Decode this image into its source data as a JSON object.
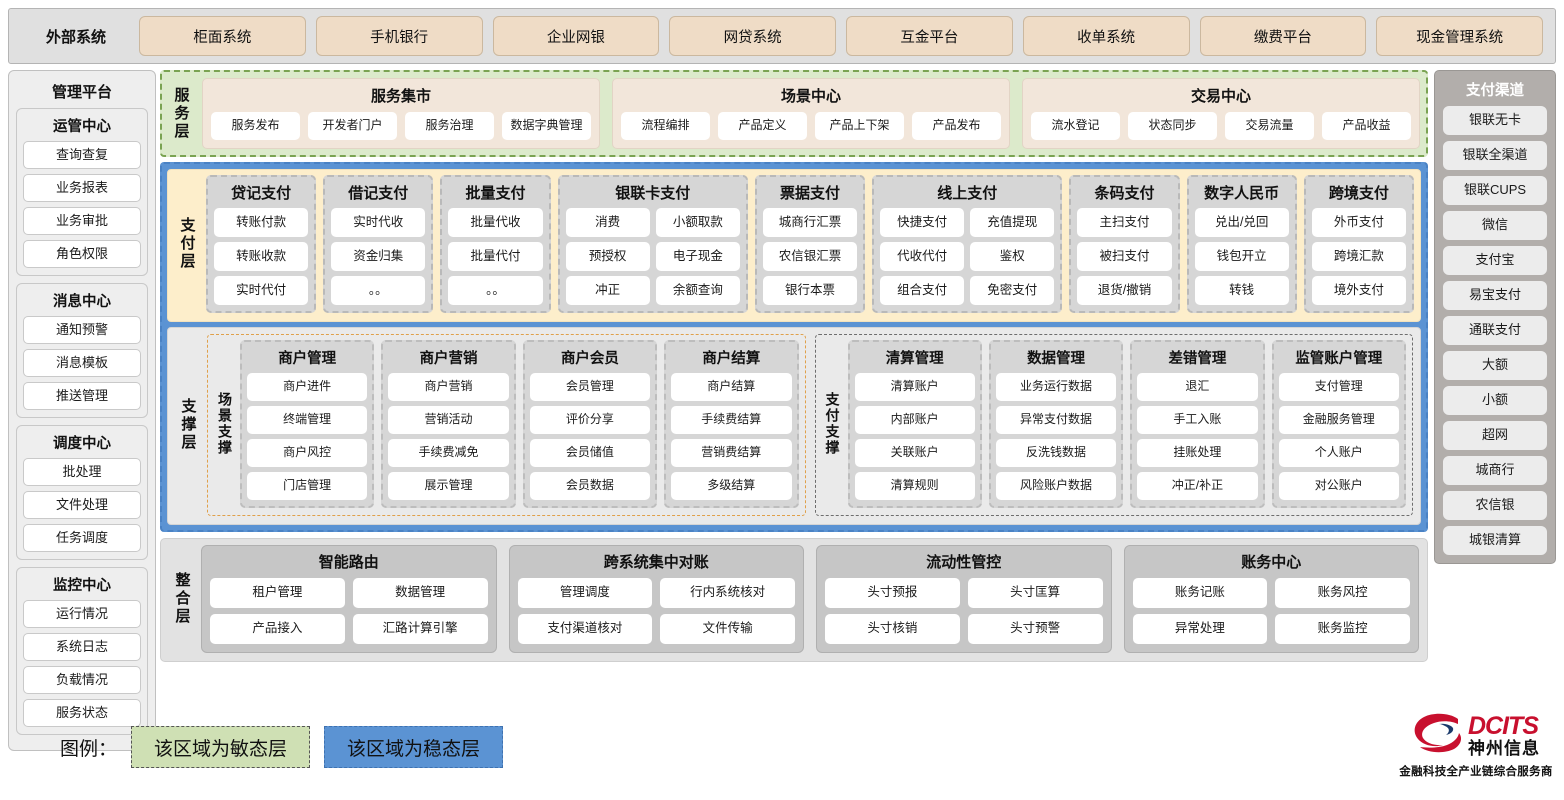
{
  "external": {
    "title": "外部系统",
    "items": [
      "柜面系统",
      "手机银行",
      "企业网银",
      "网贷系统",
      "互金平台",
      "收单系统",
      "缴费平台",
      "现金管理系统"
    ]
  },
  "admin": {
    "title": "管理平台",
    "groups": [
      {
        "title": "运管中心",
        "items": [
          "查询查复",
          "业务报表",
          "业务审批",
          "角色权限"
        ]
      },
      {
        "title": "消息中心",
        "items": [
          "通知预警",
          "消息模板",
          "推送管理"
        ]
      },
      {
        "title": "调度中心",
        "items": [
          "批处理",
          "文件处理",
          "任务调度"
        ]
      },
      {
        "title": "监控中心",
        "items": [
          "运行情况",
          "系统日志",
          "负载情况",
          "服务状态"
        ]
      }
    ]
  },
  "channels": {
    "title": "支付渠道",
    "items": [
      "银联无卡",
      "银联全渠道",
      "银联CUPS",
      "微信",
      "支付宝",
      "易宝支付",
      "通联支付",
      "大额",
      "小额",
      "超网",
      "城商行",
      "农信银",
      "城银清算"
    ]
  },
  "service_layer": {
    "label": "服务层",
    "cards": [
      {
        "title": "服务集市",
        "items": [
          "服务发布",
          "开发者门户",
          "服务治理",
          "数据字典管理"
        ]
      },
      {
        "title": "场景中心",
        "items": [
          "流程编排",
          "产品定义",
          "产品上下架",
          "产品发布"
        ]
      },
      {
        "title": "交易中心",
        "items": [
          "流水登记",
          "状态同步",
          "交易流量",
          "产品收益"
        ]
      }
    ]
  },
  "payment_layer": {
    "label": "支付层",
    "cards": [
      {
        "title": "贷记支付",
        "cols": 1,
        "rows": [
          [
            "转账付款"
          ],
          [
            "转账收款"
          ],
          [
            "实时代付"
          ]
        ]
      },
      {
        "title": "借记支付",
        "cols": 1,
        "rows": [
          [
            "实时代收"
          ],
          [
            "资金归集"
          ],
          [
            "。。"
          ]
        ]
      },
      {
        "title": "批量支付",
        "cols": 1,
        "rows": [
          [
            "批量代收"
          ],
          [
            "批量代付"
          ],
          [
            "。。"
          ]
        ]
      },
      {
        "title": "银联卡支付",
        "cols": 2,
        "rows": [
          [
            "消费",
            "小额取款"
          ],
          [
            "预授权",
            "电子现金"
          ],
          [
            "冲正",
            "余额查询"
          ]
        ]
      },
      {
        "title": "票据支付",
        "cols": 1,
        "rows": [
          [
            "城商行汇票"
          ],
          [
            "农信银汇票"
          ],
          [
            "银行本票"
          ]
        ]
      },
      {
        "title": "线上支付",
        "cols": 2,
        "rows": [
          [
            "快捷支付",
            "充值提现"
          ],
          [
            "代收代付",
            "鉴权"
          ],
          [
            "组合支付",
            "免密支付"
          ]
        ]
      },
      {
        "title": "条码支付",
        "cols": 1,
        "rows": [
          [
            "主扫支付"
          ],
          [
            "被扫支付"
          ],
          [
            "退货/撤销"
          ]
        ]
      },
      {
        "title": "数字人民币",
        "cols": 1,
        "rows": [
          [
            "兑出/兑回"
          ],
          [
            "钱包开立"
          ],
          [
            "转钱"
          ]
        ]
      },
      {
        "title": "跨境支付",
        "cols": 1,
        "rows": [
          [
            "外币支付"
          ],
          [
            "跨境汇款"
          ],
          [
            "境外支付"
          ]
        ]
      }
    ]
  },
  "support_layer": {
    "label": "支撑层",
    "zones": [
      {
        "label": "场景支撑",
        "cards": [
          {
            "title": "商户管理",
            "items": [
              "商户进件",
              "终端管理",
              "商户风控",
              "门店管理"
            ]
          },
          {
            "title": "商户营销",
            "items": [
              "商户营销",
              "营销活动",
              "手续费减免",
              "展示管理"
            ]
          },
          {
            "title": "商户会员",
            "items": [
              "会员管理",
              "评价分享",
              "会员储值",
              "会员数据"
            ]
          },
          {
            "title": "商户结算",
            "items": [
              "商户结算",
              "手续费结算",
              "营销费结算",
              "多级结算"
            ]
          }
        ]
      },
      {
        "label": "支付支撑",
        "cards": [
          {
            "title": "清算管理",
            "items": [
              "清算账户",
              "内部账户",
              "关联账户",
              "清算规则"
            ]
          },
          {
            "title": "数据管理",
            "items": [
              "业务运行数据",
              "异常支付数据",
              "反洗钱数据",
              "风险账户数据"
            ]
          },
          {
            "title": "差错管理",
            "items": [
              "退汇",
              "手工入账",
              "挂账处理",
              "冲正/补正"
            ]
          },
          {
            "title": "监管账户管理",
            "items": [
              "支付管理",
              "金融服务管理",
              "个人账户",
              "对公账户"
            ]
          }
        ]
      }
    ]
  },
  "integration_layer": {
    "label": "整合层",
    "cards": [
      {
        "title": "智能路由",
        "rows": [
          [
            "租户管理",
            "数据管理"
          ],
          [
            "产品接入",
            "汇路计算引擎"
          ]
        ]
      },
      {
        "title": "跨系统集中对账",
        "rows": [
          [
            "管理调度",
            "行内系统核对"
          ],
          [
            "支付渠道核对",
            "文件传输"
          ]
        ]
      },
      {
        "title": "流动性管控",
        "rows": [
          [
            "头寸预报",
            "头寸匡算"
          ],
          [
            "头寸核销",
            "头寸预警"
          ]
        ]
      },
      {
        "title": "账务中心",
        "rows": [
          [
            "账务记账",
            "账务风控"
          ],
          [
            "异常处理",
            "账务监控"
          ]
        ]
      }
    ]
  },
  "legend": {
    "label": "图例：",
    "agile": "该区域为敏态层",
    "stable": "该区域为稳态层",
    "agile_color": "#cfe0b4",
    "stable_color": "#5b93d3"
  },
  "logo": {
    "en": "DCITS",
    "cn": "神州信息",
    "tagline": "金融科技全产业链综合服务商",
    "color": "#c8102e"
  }
}
